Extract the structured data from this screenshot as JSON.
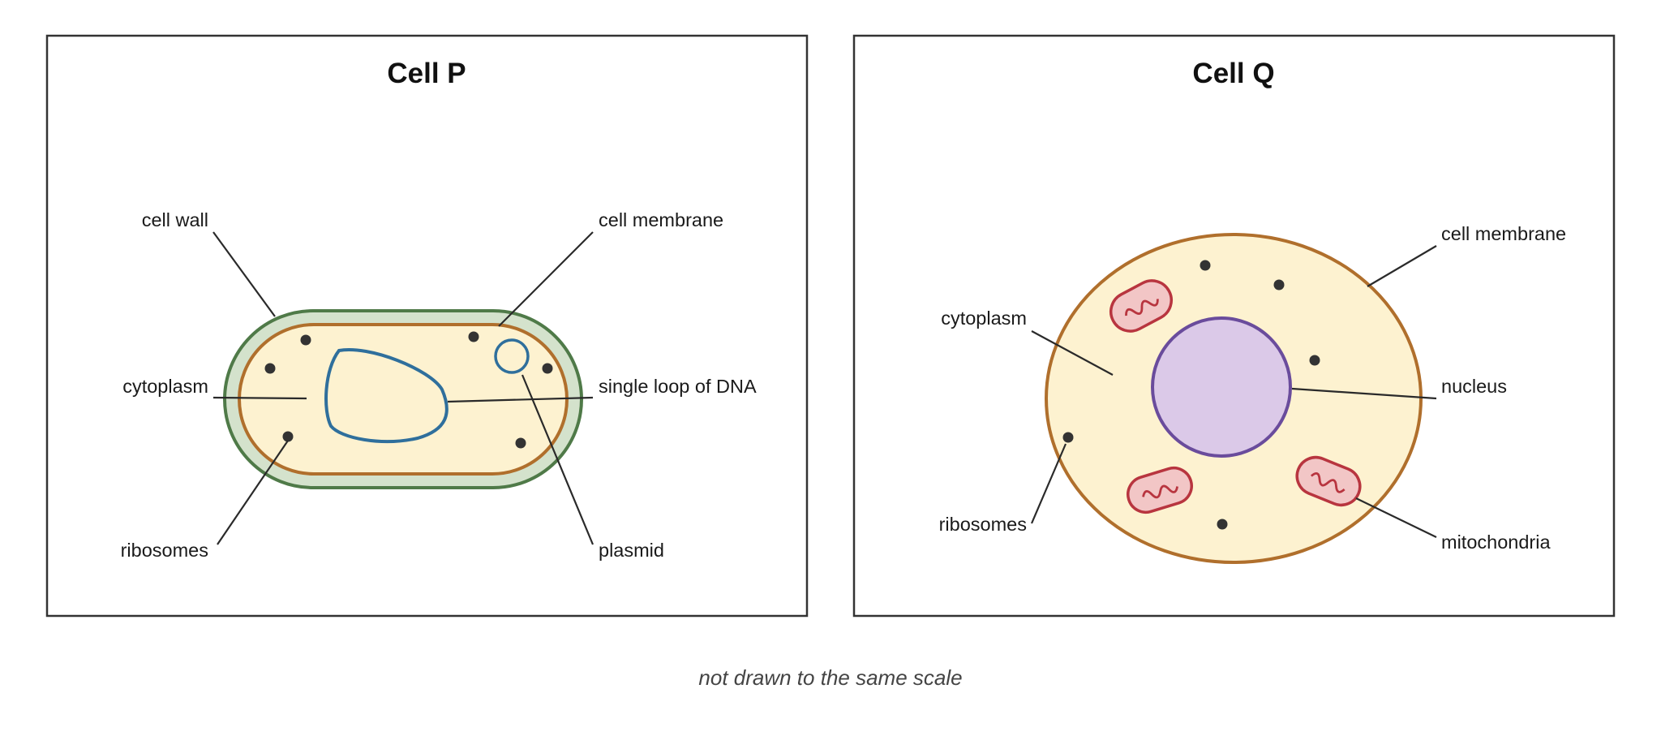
{
  "panels": {
    "cell_p": {
      "title": "Cell P",
      "labels": {
        "cell_wall": "cell wall",
        "cell_membrane": "cell membrane",
        "cytoplasm": "cytoplasm",
        "dna_loop": "single loop of DNA",
        "ribosomes": "ribosomes",
        "plasmid": "plasmid"
      }
    },
    "cell_q": {
      "title": "Cell Q",
      "labels": {
        "cell_membrane": "cell membrane",
        "cytoplasm": "cytoplasm",
        "nucleus": "nucleus",
        "ribosomes": "ribosomes",
        "mitochondria": "mitochondria"
      }
    }
  },
  "caption": "not drawn to the same scale",
  "colors": {
    "cell_wall_fill": "#d4e2cc",
    "cell_wall_stroke": "#4f7a48",
    "membrane_stroke": "#b06f2c",
    "cytoplasm_fill": "#fdf2d0",
    "dna_stroke": "#2f6f9c",
    "nucleus_fill": "#dbc9e8",
    "nucleus_stroke": "#6a4c9c",
    "mito_fill": "#f2c6c6",
    "mito_stroke": "#b8353f"
  }
}
